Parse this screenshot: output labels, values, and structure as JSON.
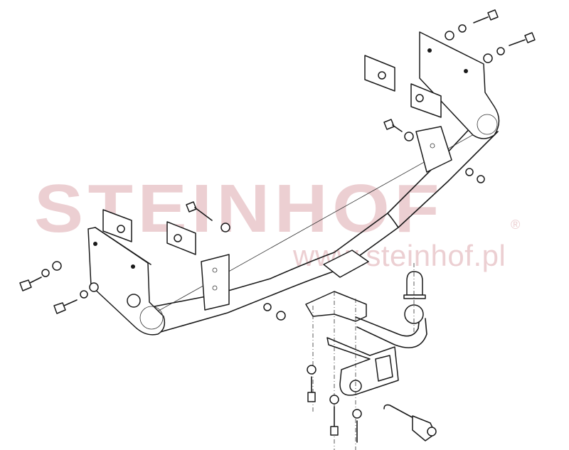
{
  "watermark": {
    "brand": "STEINHOF",
    "registered": "®",
    "url": "www.steinhof.pl",
    "color": "#eccfd2"
  },
  "drawing": {
    "type": "exploded-view technical drawing",
    "subject": "detachable towbar assembly",
    "line_color": "#1a1a1a",
    "background": "#ffffff",
    "parts": [
      {
        "name": "main-crossbar-tube"
      },
      {
        "name": "left-mounting-plate"
      },
      {
        "name": "right-mounting-plate"
      },
      {
        "name": "left-clamp-plates",
        "count": 2
      },
      {
        "name": "right-clamp-plates",
        "count": 2
      },
      {
        "name": "center-brackets",
        "count": 3
      },
      {
        "name": "tow-neck-with-ball"
      },
      {
        "name": "ball-cover-cap"
      },
      {
        "name": "socket-plate"
      },
      {
        "name": "electrical-socket-with-cable"
      },
      {
        "name": "hex-bolts",
        "count": 8
      },
      {
        "name": "washers-and-nuts"
      }
    ]
  }
}
